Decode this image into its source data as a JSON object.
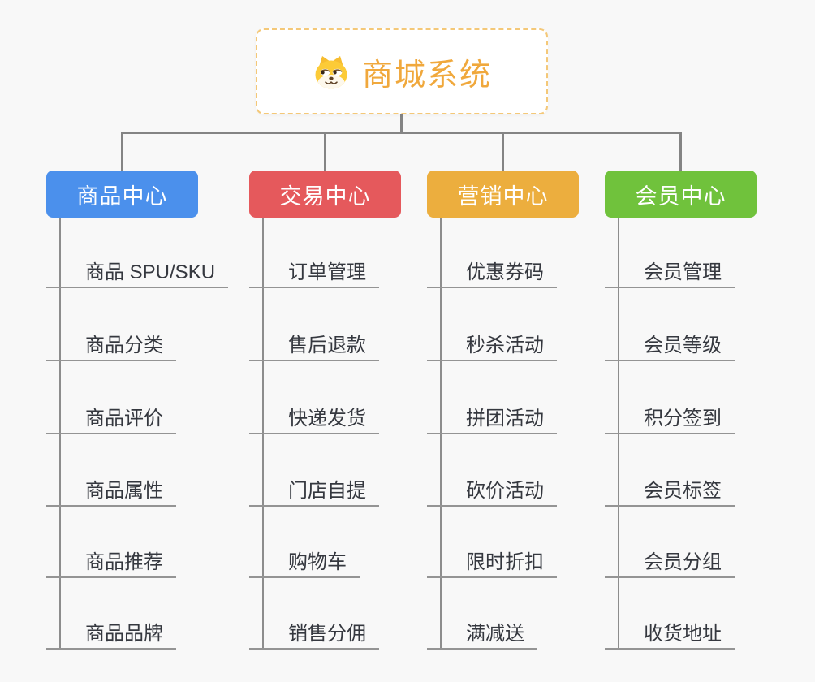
{
  "page": {
    "background_color": "#f8f8f8",
    "connector_color": "#848484"
  },
  "root": {
    "label": "商城系统",
    "icon": "dog-face-icon",
    "text_color": "#f0a83c",
    "border_color": "#f4c878"
  },
  "branches": [
    {
      "label": "商品中心",
      "color": "#4b90ec",
      "children": [
        "商品 SPU/SKU",
        "商品分类",
        "商品评价",
        "商品属性",
        "商品推荐",
        "商品品牌"
      ]
    },
    {
      "label": "交易中心",
      "color": "#e5595c",
      "children": [
        "订单管理",
        "售后退款",
        "快递发货",
        "门店自提",
        "购物车",
        "销售分佣"
      ]
    },
    {
      "label": "营销中心",
      "color": "#ecae3e",
      "children": [
        "优惠券码",
        "秒杀活动",
        "拼团活动",
        "砍价活动",
        "限时折扣",
        "满减送"
      ]
    },
    {
      "label": "会员中心",
      "color": "#70c23c",
      "children": [
        "会员管理",
        "会员等级",
        "积分签到",
        "会员标签",
        "会员分组",
        "收货地址"
      ]
    }
  ]
}
